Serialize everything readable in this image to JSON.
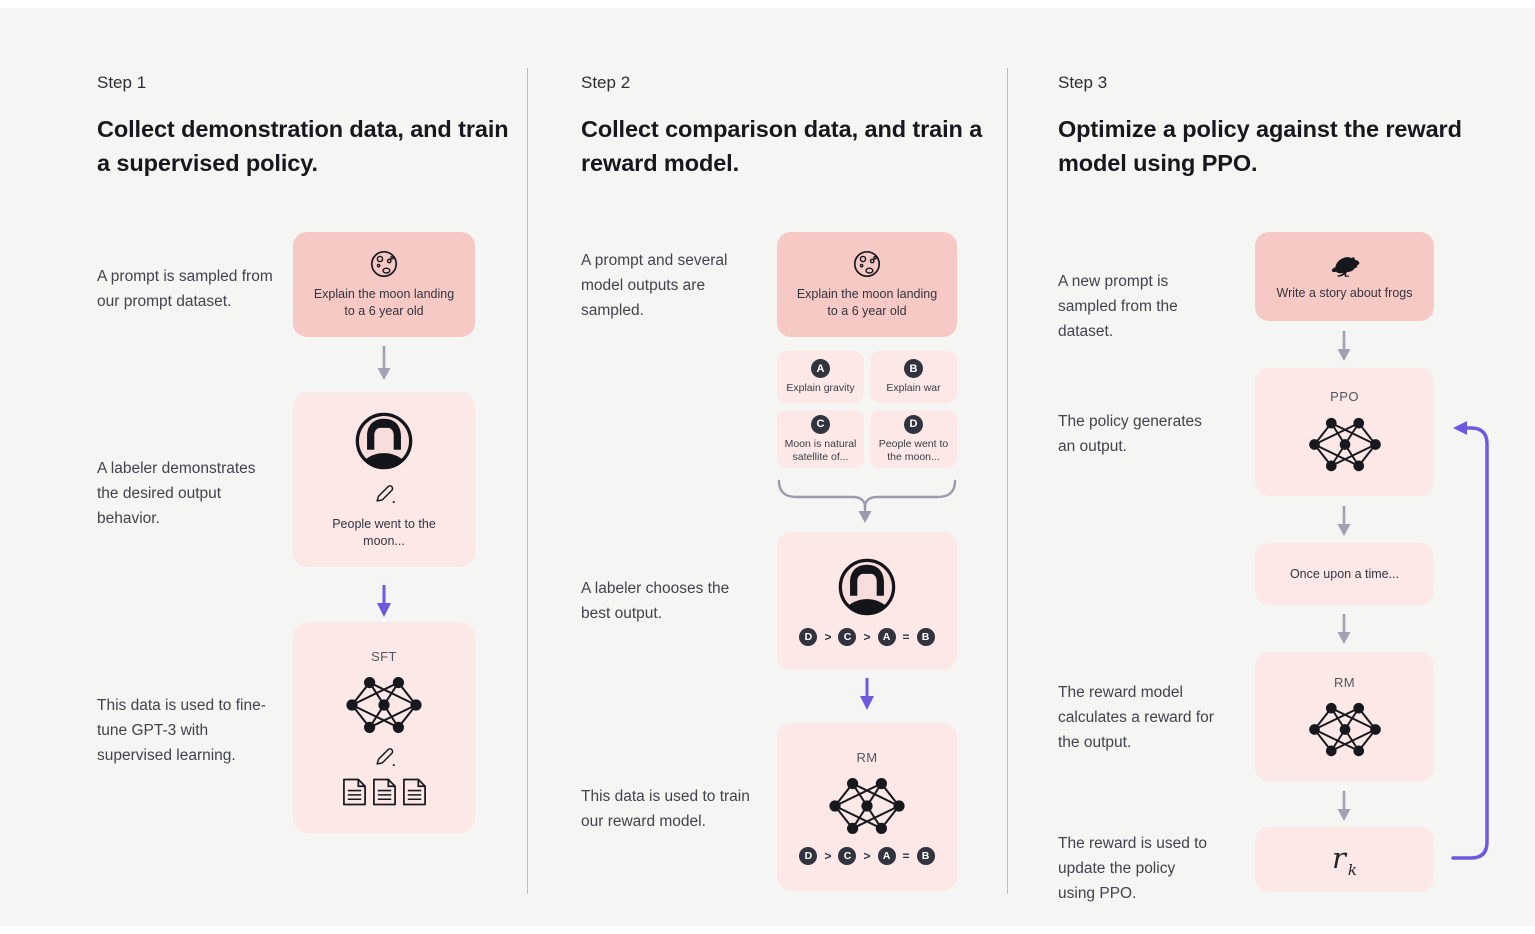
{
  "palette": {
    "background": "#f5f5f3",
    "box_pink_dark": "#f7c9c5",
    "box_pink_light": "#fce9e7",
    "badge_dark": "#31333f",
    "arrow_gray": "#a2a1b3",
    "arrow_purple": "#6e59e0",
    "divider": "#bdbcca",
    "heading_text": "#17181d",
    "body_text": "#41434d"
  },
  "icons": {
    "moon": "moon-with-craters-outline",
    "labeler": "person-avatar-bob-haircut",
    "pencil": "pencil-writing",
    "document": "document-page-with-lines",
    "network": "neural-network-node-graph",
    "frog": "frog-silhouette",
    "arrow_down": "↓",
    "feedback_loop": "↰"
  },
  "steps": [
    {
      "label": "Step 1",
      "title": "Collect demonstration data, and train a supervised policy.",
      "caption1": "A prompt is sampled from our prompt dataset.",
      "caption2": "A labeler demonstrates the desired output behavior.",
      "caption3": "This data is used to fine-tune GPT-3 with supervised learning.",
      "prompt_text": "Explain the moon landing to a 6 year old",
      "labeler_output": "People went to the moon...",
      "model_label": "SFT"
    },
    {
      "label": "Step 2",
      "title": "Collect comparison data, and train a reward model.",
      "caption1": "A prompt and several model outputs are sampled.",
      "caption2": "A labeler chooses the best output.",
      "caption3": "This data is used to train our reward model.",
      "prompt_text": "Explain the moon landing to a 6 year old",
      "options": [
        {
          "badge": "A",
          "text": "Explain gravity"
        },
        {
          "badge": "B",
          "text": "Explain war"
        },
        {
          "badge": "C",
          "text": "Moon is natural satellite of..."
        },
        {
          "badge": "D",
          "text": "People went to the moon..."
        }
      ],
      "ranking_badges": [
        "D",
        "C",
        "A",
        "B"
      ],
      "ranking_seps": [
        ">",
        ">",
        "="
      ],
      "model_label": "RM"
    },
    {
      "label": "Step 3",
      "title": "Optimize a policy against the reward model using PPO.",
      "caption1": "A new prompt is sampled from the dataset.",
      "caption2": "The policy generates an output.",
      "caption3": "The reward model calculates a reward for the output.",
      "caption4": "The reward is used to update the policy using PPO.",
      "prompt_text": "Write a story about frogs",
      "policy_label": "PPO",
      "policy_output": "Once upon a time...",
      "model_label": "RM",
      "reward_symbol": "r",
      "reward_subscript": "k"
    }
  ]
}
